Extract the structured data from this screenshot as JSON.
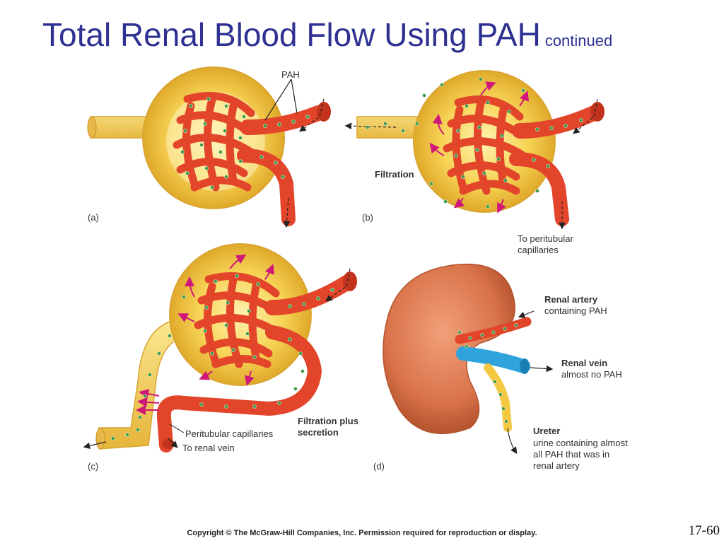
{
  "title": "Total Renal Blood Flow Using PAH",
  "title_suffix": "continued",
  "panels": {
    "a": {
      "letter": "(a)",
      "pah_label": "PAH"
    },
    "b": {
      "letter": "(b)",
      "filtration": "Filtration",
      "peritubular_1": "To peritubular",
      "peritubular_2": "capillaries"
    },
    "c": {
      "letter": "(c)",
      "peritubular": "Peritubular capillaries",
      "to_vein": "To renal vein",
      "filt_sec_1": "Filtration plus",
      "filt_sec_2": "secretion"
    },
    "d": {
      "letter": "(d)",
      "artery_title": "Renal artery",
      "artery_desc": "containing PAH",
      "vein_title": "Renal vein",
      "vein_desc": "almost no PAH",
      "ureter_title": "Ureter",
      "ureter_l1": "urine containing almost",
      "ureter_l2": "all PAH that was in",
      "ureter_l3": "renal artery"
    }
  },
  "copyright": "Copyright © The McGraw-Hill Companies, Inc. Permission required for reproduction or display.",
  "slide_number": "17-60",
  "colors": {
    "title": "#2e3192",
    "capsule": "#f5c842",
    "vessel": "#e2452a",
    "dot": "#3a9a4a",
    "arrow": "#d0177a",
    "vein": "#2fa3dc",
    "kidney": "#d9734a"
  }
}
